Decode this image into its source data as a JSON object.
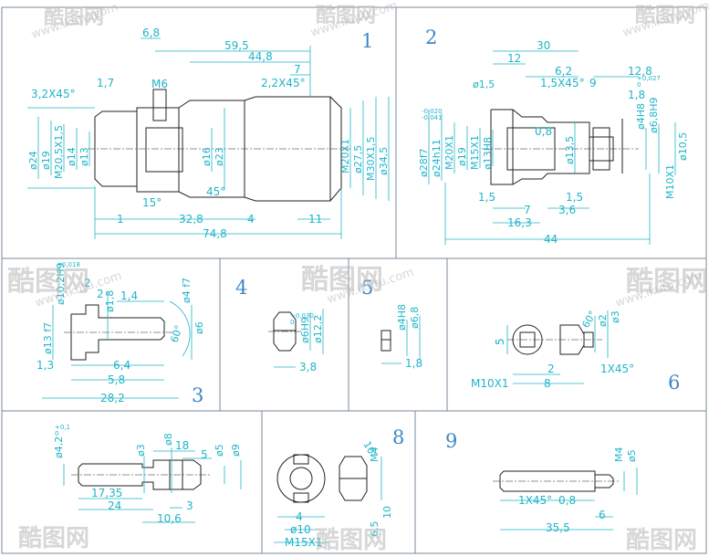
{
  "panels": {
    "p1": {
      "number": "1",
      "dims": {
        "d6_8": "6,8",
        "d59_5": "59,5",
        "d44_8": "44,8",
        "d7": "7",
        "d2_2x45": "2,2X45°",
        "d3_2x45": "3,2X45°",
        "d1_7": "1,7",
        "m6": "M6",
        "d1": "1",
        "d32_8": "32,8",
        "d4": "4",
        "d11": "11",
        "d74_8": "74,8",
        "d15deg": "15°",
        "d45deg": "45°"
      },
      "vdims": {
        "o24": "ø24",
        "o19": "ø19",
        "m20_5x1_5": "M20,5X1,5",
        "o14": "ø14",
        "o13": "ø13",
        "o16": "ø16",
        "o23": "ø23",
        "m20x1": "M20X1",
        "o27_5": "ø27,5",
        "m30x1_5": "M30X1,5",
        "o34_5": "ø34,5"
      }
    },
    "p2": {
      "number": "2",
      "dims": {
        "d30": "30",
        "d12": "12",
        "d6_2": "6,2",
        "d12_8": "12,8",
        "d1_5x45": "1,5X45°",
        "d9": "9",
        "o1_5": "ø1,5",
        "d0_8": "0,8",
        "d1_5a": "1,5",
        "d1_5b": "1,5",
        "d7": "7",
        "d3_6": "3,6",
        "d16_3": "16,3",
        "d44": "44",
        "d1_8": "1,8"
      },
      "vdims": {
        "o28f7": "ø28f7",
        "o24h11": "ø24h11",
        "m20x1": "M20X1",
        "o19": "ø19",
        "m15x1": "M15X1",
        "o13h8": "ø13H8",
        "o13_5": "ø13,5",
        "o4h8": "ø4H8",
        "o6_8h9": "ø6,8H9",
        "o10_5": "ø10,5",
        "m10x1": "M10X1"
      },
      "tol": {
        "t1a": "-0,020",
        "t1b": "-0,041",
        "t2a": "+0,027",
        "t2b": "0"
      }
    },
    "p3": {
      "number": "3",
      "dims": {
        "d2a": "2",
        "d2b": "2",
        "o1_8": "ø1,8",
        "d1_4": "1,4",
        "d1_3": "1,3",
        "d6_4": "6,4",
        "d5_8": "5,8",
        "d28_2": "28,2",
        "d60deg": "60°"
      },
      "vdims": {
        "o10_2h9": "ø10,2H9",
        "o13f7": "ø13 f7",
        "o4f7": "ø4 f7",
        "o6": "ø6"
      },
      "tol": {
        "t1a": "+0,018",
        "t1b": "0"
      }
    },
    "p4": {
      "number": "4",
      "dims": {
        "d3_8": "3,8"
      },
      "vdims": {
        "o6h9": "ø6H9",
        "o12_2": "ø12,2"
      },
      "tol": {
        "t1a": "+0,030",
        "t1b": "0"
      }
    },
    "p5": {
      "number": "5",
      "dims": {
        "d1_8": "1,8"
      },
      "vdims": {
        "o4h8": "ø4H8",
        "o6_8": "ø6,8"
      }
    },
    "p6": {
      "number": "6",
      "dims": {
        "d5": "5",
        "d2": "2",
        "d8": "8",
        "d1x45": "1X45°",
        "m10x1": "M10X1",
        "d60deg": "60°"
      },
      "vdims": {
        "o2": "ø2",
        "o3": "ø3"
      }
    },
    "p7": {
      "dims": {
        "d18": "18",
        "d5": "5",
        "d17_35": "17,35",
        "d24": "24",
        "d3": "3",
        "d10_6": "10,6"
      },
      "vdims": {
        "o4_2": "ø4,2",
        "o3": "ø3",
        "o8": "ø8",
        "o5": "ø5",
        "o9": "ø9"
      },
      "tol": {
        "t1a": "+0,1",
        "t1b": "0"
      }
    },
    "p8": {
      "number": "8",
      "dims": {
        "d4": "4",
        "o10": "ø10",
        "m15x1": "M15X1",
        "d10deg": "10°",
        "m4": "M4",
        "d6_5": "6,5",
        "d10": "10"
      }
    },
    "p9": {
      "number": "9",
      "dims": {
        "d1x45": "1X45°",
        "d0_8": "0,8",
        "d6": "6",
        "d35_5": "35,5"
      },
      "vdims": {
        "m4": "M4",
        "o5": "ø5"
      }
    }
  },
  "watermark": {
    "brand": "酷图网",
    "url": "www.ikutu.com"
  },
  "colors": {
    "dimension": "#1fb5c9",
    "number": "#3f86c8",
    "part": "#222222",
    "frame": "#7a8a9a"
  }
}
